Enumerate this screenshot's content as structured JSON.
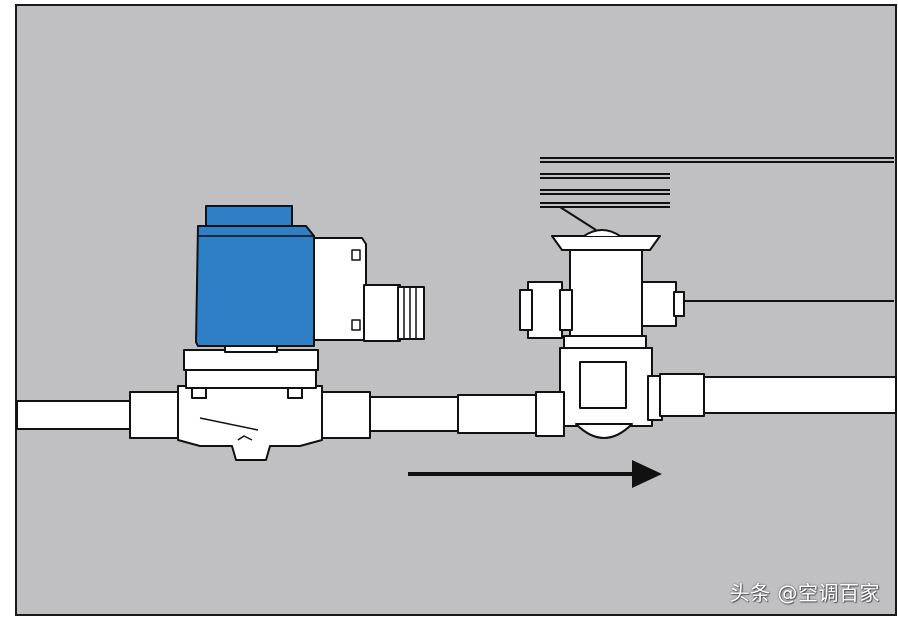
{
  "watermark": {
    "text": "头条 @空调百家"
  },
  "colors": {
    "background": "#c0c0c3",
    "frame": "#1a1a1a",
    "component_fill": "#ffffff",
    "outline": "#111111",
    "coil": "#2f7fc6",
    "arrow": "#111111"
  },
  "components": [
    {
      "name": "solenoid-valve",
      "icon": "solenoid-valve-icon"
    },
    {
      "name": "solenoid-coil",
      "icon": "coil-icon"
    },
    {
      "name": "expansion-valve",
      "icon": "thermal-expansion-valve-icon"
    },
    {
      "name": "flow-direction-arrow",
      "icon": "arrow-right-icon"
    }
  ]
}
